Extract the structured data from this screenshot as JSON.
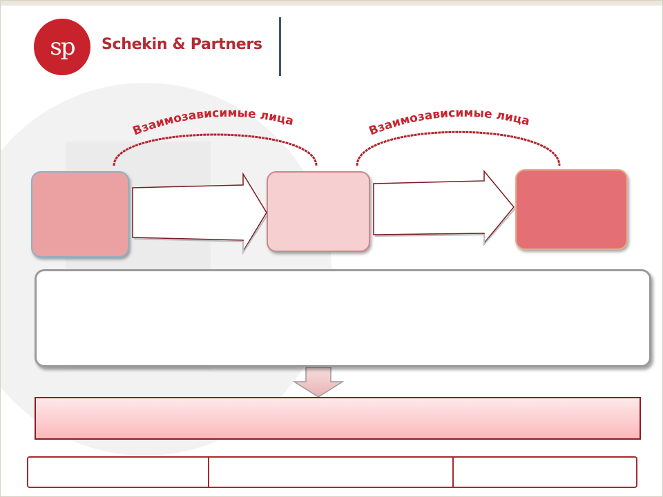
{
  "header": {
    "logo_monogram": "sp",
    "brand_name": "Schekin & Partners"
  },
  "diagram": {
    "relation_label_1": "Взаимозависимые лица",
    "relation_label_2": "Взаимозависимые лица"
  },
  "icons": {
    "flow_arrow_1": "right-arrow-icon",
    "flow_arrow_2": "right-arrow-icon",
    "down_arrow": "down-arrow-icon"
  },
  "colors": {
    "brand_red": "#c8232c",
    "entity_1_fill": "#eba1a2",
    "entity_2_fill": "#f6cfd0",
    "entity_3_fill": "#e47075",
    "result_fill": "#fcb8bb"
  }
}
